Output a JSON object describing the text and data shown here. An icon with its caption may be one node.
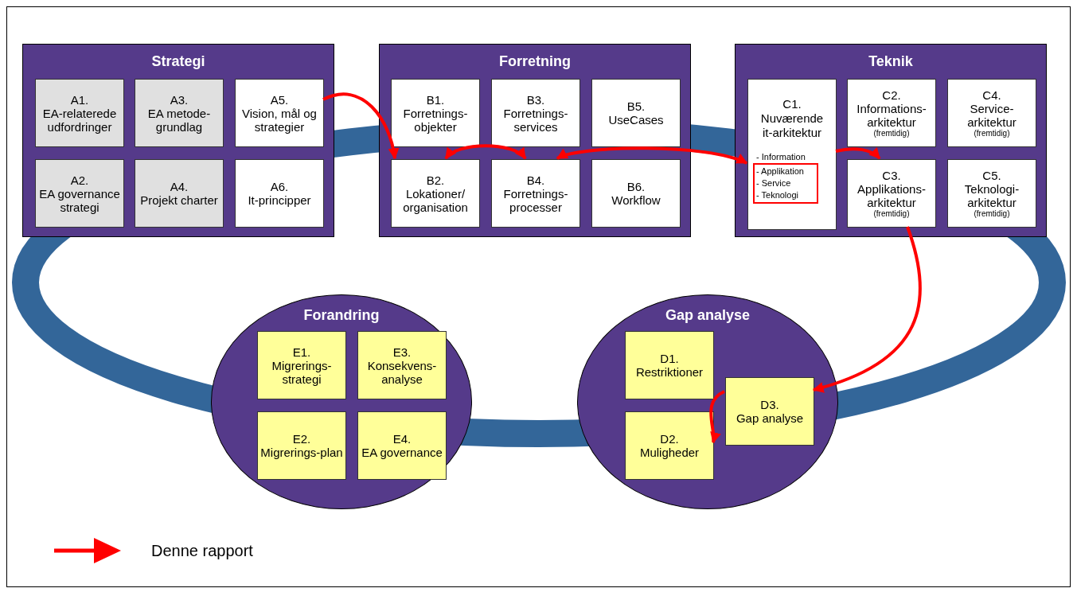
{
  "diagram": {
    "nodes": [
      {
        "text": [
          "Strategi"
        ]
      },
      {
        "text": [
          "A1. EA-relaterede udfordringer"
        ],
        "in": 0
      },
      {
        "text": [
          "A3. EA metode-grundlag"
        ],
        "in": 0
      },
      {
        "text": [
          "A5. Vision, mål og strategier"
        ],
        "in": 0
      },
      {
        "text": [
          "A2. EA governance strategi"
        ],
        "in": 0
      },
      {
        "text": [
          "A4. Projekt charter"
        ],
        "in": 0
      },
      {
        "text": [
          "A6. It-principper"
        ],
        "in": 0
      },
      {
        "text": [
          "Forretning"
        ]
      },
      {
        "text": [
          "B1. Forretnings-objekter"
        ],
        "in": 7
      },
      {
        "text": [
          "B3. Forretnings-services"
        ],
        "in": 7
      },
      {
        "text": [
          "B5. UseCases"
        ],
        "in": 7
      },
      {
        "text": [
          "B2. Lokationer/ organisation"
        ],
        "in": 7
      },
      {
        "text": [
          "B4. Forretnings-processer"
        ],
        "in": 7
      },
      {
        "text": [
          "B6. Workflow"
        ],
        "in": 7
      },
      {
        "text": [
          "Teknik"
        ]
      },
      {
        "text": [
          "C1. Nuværende it-arkitektur",
          "- Information",
          "- Applikation",
          "- Service",
          "- Teknologi"
        ],
        "in": 14
      },
      {
        "text": [
          "C2. Informations-arkitektur",
          "(fremtidig)"
        ],
        "in": 14
      },
      {
        "text": [
          "C4. Service-arkitektur",
          "(fremtidig)"
        ],
        "in": 14
      },
      {
        "text": [
          "C3. Applikations-arkitektur",
          "(fremtidig)"
        ],
        "in": 14
      },
      {
        "text": [
          "C5. Teknologi-arkitektur",
          "(fremtidig)"
        ],
        "in": 14
      },
      {
        "text": [
          "Forandring"
        ]
      },
      {
        "text": [
          "E1. Migrerings-strategi"
        ],
        "in": 20
      },
      {
        "text": [
          "E3. Konsekvens-analyse"
        ],
        "in": 20
      },
      {
        "text": [
          "E2. Migrerings-plan"
        ],
        "in": 20
      },
      {
        "text": [
          "E4. EA governance"
        ],
        "in": 20
      },
      {
        "text": [
          "Gap analyse"
        ]
      },
      {
        "text": [
          "D1. Restriktioner"
        ],
        "in": 25
      },
      {
        "text": [
          "D3. Gap analyse"
        ],
        "in": 25
      },
      {
        "text": [
          "D2. Muligheder"
        ],
        "in": 25
      }
    ],
    "edges": [
      {
        "from": 3,
        "to": 11,
        "arrow": "to"
      },
      {
        "from": 11,
        "to": 12,
        "arrow": "both"
      },
      {
        "from": 12,
        "to": 15,
        "arrow": "both"
      },
      {
        "from": 15,
        "to": 18,
        "arrow": "to"
      },
      {
        "from": 18,
        "to": 27,
        "arrow": "to"
      },
      {
        "from": 27,
        "to": 28,
        "arrow": "to"
      }
    ],
    "legend": [
      {
        "text": "Denne rapport"
      }
    ]
  }
}
